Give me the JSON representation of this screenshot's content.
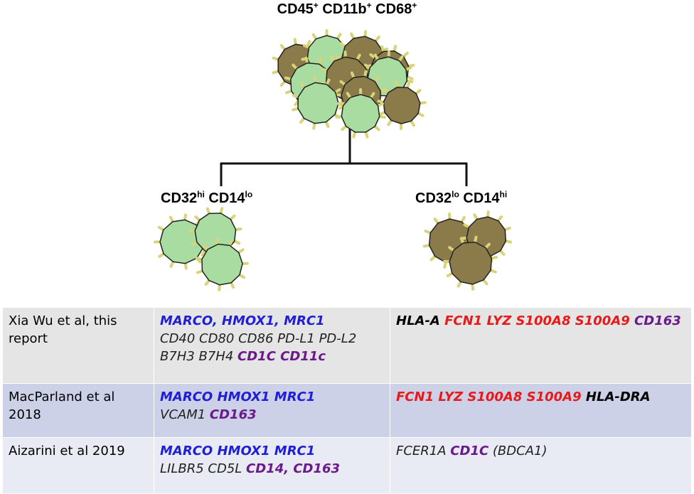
{
  "labels": {
    "top": {
      "a": "CD45",
      "a_sup": "+",
      "b": " CD11b",
      "b_sup": "+",
      "c": " CD68",
      "c_sup": "+"
    },
    "left": {
      "a": "CD32",
      "a_sup": "hi",
      "b": " CD14",
      "b_sup": "lo"
    },
    "right": {
      "a": "CD32",
      "a_sup": "lo",
      "b": " CD14",
      "b_sup": "hi"
    }
  },
  "colors": {
    "green_cell": "#a9dca0",
    "brown_cell": "#8b7a4a",
    "spike": "#d8d47a",
    "outline": "#222222",
    "row1_bg": "#e5e5e5",
    "row2_bg": "#ccd1e8",
    "row3_bg": "#e8eaf4",
    "marker_blue": "#1f1fd6",
    "marker_red": "#e81919",
    "marker_purple": "#6a1a8a"
  },
  "table": {
    "rows": [
      {
        "ref": "Xia Wu et al, this report",
        "m1": [
          {
            "text": "MARCO, HMOX1, MRC1",
            "color": "blue",
            "bold": true
          },
          {
            "br": true
          },
          {
            "text": "CD40 CD80 CD86 PD-L1 PD-L2 B7H3 B7H4 ",
            "color": "dark",
            "bold": false
          },
          {
            "text": "CD1C CD11c",
            "color": "purple",
            "bold": true
          }
        ],
        "m2": [
          {
            "text": "HLA-A ",
            "color": "black",
            "bold": true
          },
          {
            "text": "FCN1 LYZ S100A8 S100A9 ",
            "color": "red",
            "bold": true
          },
          {
            "text": "CD163",
            "color": "purple",
            "bold": true
          }
        ]
      },
      {
        "ref": "MacParland et al 2018",
        "m1": [
          {
            "text": "MARCO HMOX1 MRC1",
            "color": "blue",
            "bold": true
          },
          {
            "br": true
          },
          {
            "text": "VCAM1 ",
            "color": "dark",
            "bold": false
          },
          {
            "text": "CD163",
            "color": "purple",
            "bold": true
          }
        ],
        "m2": [
          {
            "text": "FCN1 LYZ S100A8 S100A9 ",
            "color": "red",
            "bold": true
          },
          {
            "text": "HLA-DRA",
            "color": "black",
            "bold": true
          }
        ]
      },
      {
        "ref": "Aizarini et al 2019",
        "m1": [
          {
            "text": "MARCO HMOX1 MRC1",
            "color": "blue",
            "bold": true
          },
          {
            "br": true
          },
          {
            "text": "LILBR5 CD5L ",
            "color": "dark",
            "bold": false
          },
          {
            "text": "CD14, CD163",
            "color": "purple",
            "bold": true
          }
        ],
        "m2": [
          {
            "text": "FCER1A ",
            "color": "dark",
            "bold": false
          },
          {
            "text": "CD1C",
            "color": "purple",
            "bold": true
          },
          {
            "text": " (BDCA1)",
            "color": "dark",
            "bold": false
          }
        ]
      }
    ]
  }
}
